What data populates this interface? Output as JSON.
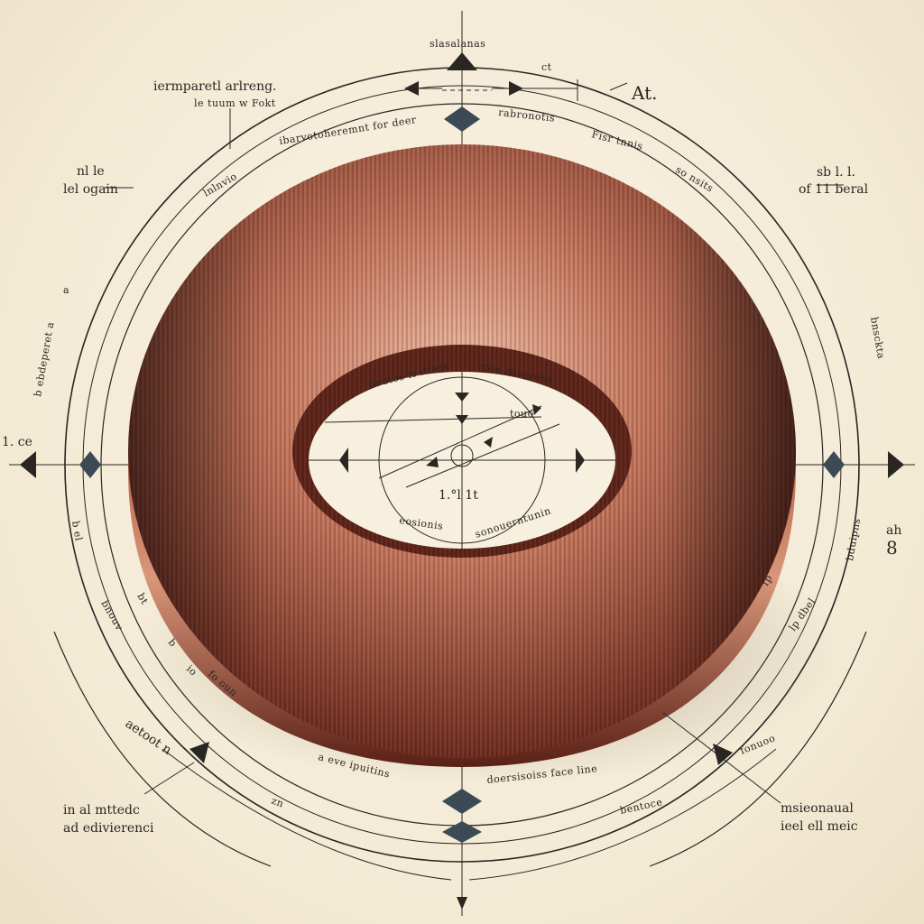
{
  "colors": {
    "paper": "#f6efdd",
    "copper_light": "#d79a7e",
    "copper_mid": "#a65a42",
    "copper_dark": "#5c2218",
    "ink": "#2a2622"
  },
  "labels": {
    "top_center": "slasalanas",
    "top_mid_right": "ct",
    "top_right_at": "At.",
    "top_left_line1": "iermparetl arlreng.",
    "top_left_line2": "le tuum w Fokt",
    "arc_top_left": "ibarvotoheremnt for deer",
    "arc_top_center_right": "rabronotis",
    "arc_top_right": "Fisr tnnis",
    "arc_right_upper": "so nsits",
    "upper_left_line1": "nl le",
    "upper_left_line2": "lel ogain",
    "arc_left_upper": "lnlnvio",
    "upper_right_line1": "sb l. l.",
    "upper_right_line2": "of 11 beral",
    "left_vertical_arrow": "a",
    "left_vertical_label": "b ebdeperet a",
    "right_vertical_label": "bnsckta",
    "left_axis": "1. ce",
    "left_lower_vertical": "b el",
    "right_lower_vertical_1": "bduipns",
    "right_lower_vertical_2": "ah",
    "right_lower_symbol": "8",
    "inner_top_left": "ooutos is itlasn",
    "inner_top_right": "clee doverehs",
    "inner_small": "touo",
    "inner_center": "1.°l 1t",
    "inner_bottom_left": "eosionis",
    "inner_bottom_right": "sonouerntunin",
    "lower_left_arc_1": "bt",
    "lower_left_arc_2": "bnouv",
    "lower_left_arc_3": "b",
    "lower_left_arc_4": "io",
    "lower_left_vertical": "fo oun",
    "lower_right_arc_1": "fp",
    "lower_right_arc_2": "lp dbel",
    "bottom_arc_left": "a eve ipuitins",
    "bottom_arc_right": "doersisoiss face line",
    "bottom_left_arc_side": "aetoot n",
    "bottom_right_arc_side": "fonuoo",
    "bottom_center_left": "zn",
    "bottom_center_right": "bentoce",
    "bottom_left_line1": "in al mttedc",
    "bottom_left_line2": "ad edivierenci",
    "bottom_right_line1": "msieonaual",
    "bottom_right_line2": "ieel ell meic"
  }
}
